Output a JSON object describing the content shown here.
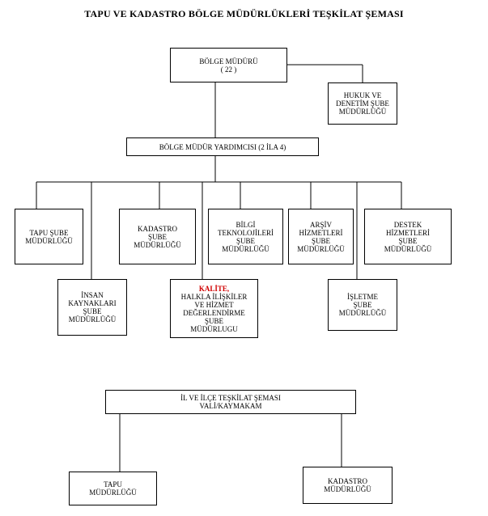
{
  "title": "TAPU VE KADASTRO BÖLGE MÜDÜRLÜKLERİ TEŞKİLAT ŞEMASI",
  "nodes": {
    "bolge_mudur": [
      "BÖLGE MÜDÜRÜ",
      "( 22 )"
    ],
    "hukuk": [
      "HUKUK VE",
      "DENETİM ŞUBE",
      "MÜDÜRLÜĞÜ"
    ],
    "yardimci": [
      "BÖLGE MÜDÜR YARDIMCISI (2 İLA 4)"
    ],
    "tapu_sube": [
      "TAPU ŞUBE",
      "MÜDÜRLÜĞÜ"
    ],
    "kadastro_sube": [
      "KADASTRO",
      "ŞUBE",
      "MÜDÜRLÜĞÜ"
    ],
    "bilgi": [
      "BİLGİ",
      "TEKNOLOJİLERİ",
      "ŞUBE",
      "MÜDÜRLÜĞÜ"
    ],
    "arsiv": [
      "ARŞİV",
      "HİZMETLERİ",
      "ŞUBE",
      "MÜDÜRLÜĞÜ"
    ],
    "destek": [
      "DESTEK",
      "HİZMETLERİ",
      "ŞUBE",
      "MÜDÜRLÜĞÜ"
    ],
    "insan": [
      "İNSAN",
      "KAYNAKLARI",
      "ŞUBE",
      "MÜDÜRLÜĞÜ"
    ],
    "kalite_red": "KALİTE,",
    "kalite": [
      "HALKLA İLİŞKİLER",
      "VE HİZMET",
      "DEĞERLENDİRME",
      "ŞUBE",
      "MÜDÜRLUGU"
    ],
    "isletme": [
      "İŞLETME",
      "ŞUBE",
      "MÜDÜRLÜĞÜ"
    ],
    "il_ilce": [
      "İL VE İLÇE TEŞKİLAT ŞEMASI",
      "VALİ/KAYMAKAM"
    ],
    "tapu_mud": [
      "TAPU",
      "MÜDÜRLÜĞÜ"
    ],
    "kadastro_mud": [
      "KADASTRO",
      "MÜDÜRLÜĞÜ"
    ]
  }
}
